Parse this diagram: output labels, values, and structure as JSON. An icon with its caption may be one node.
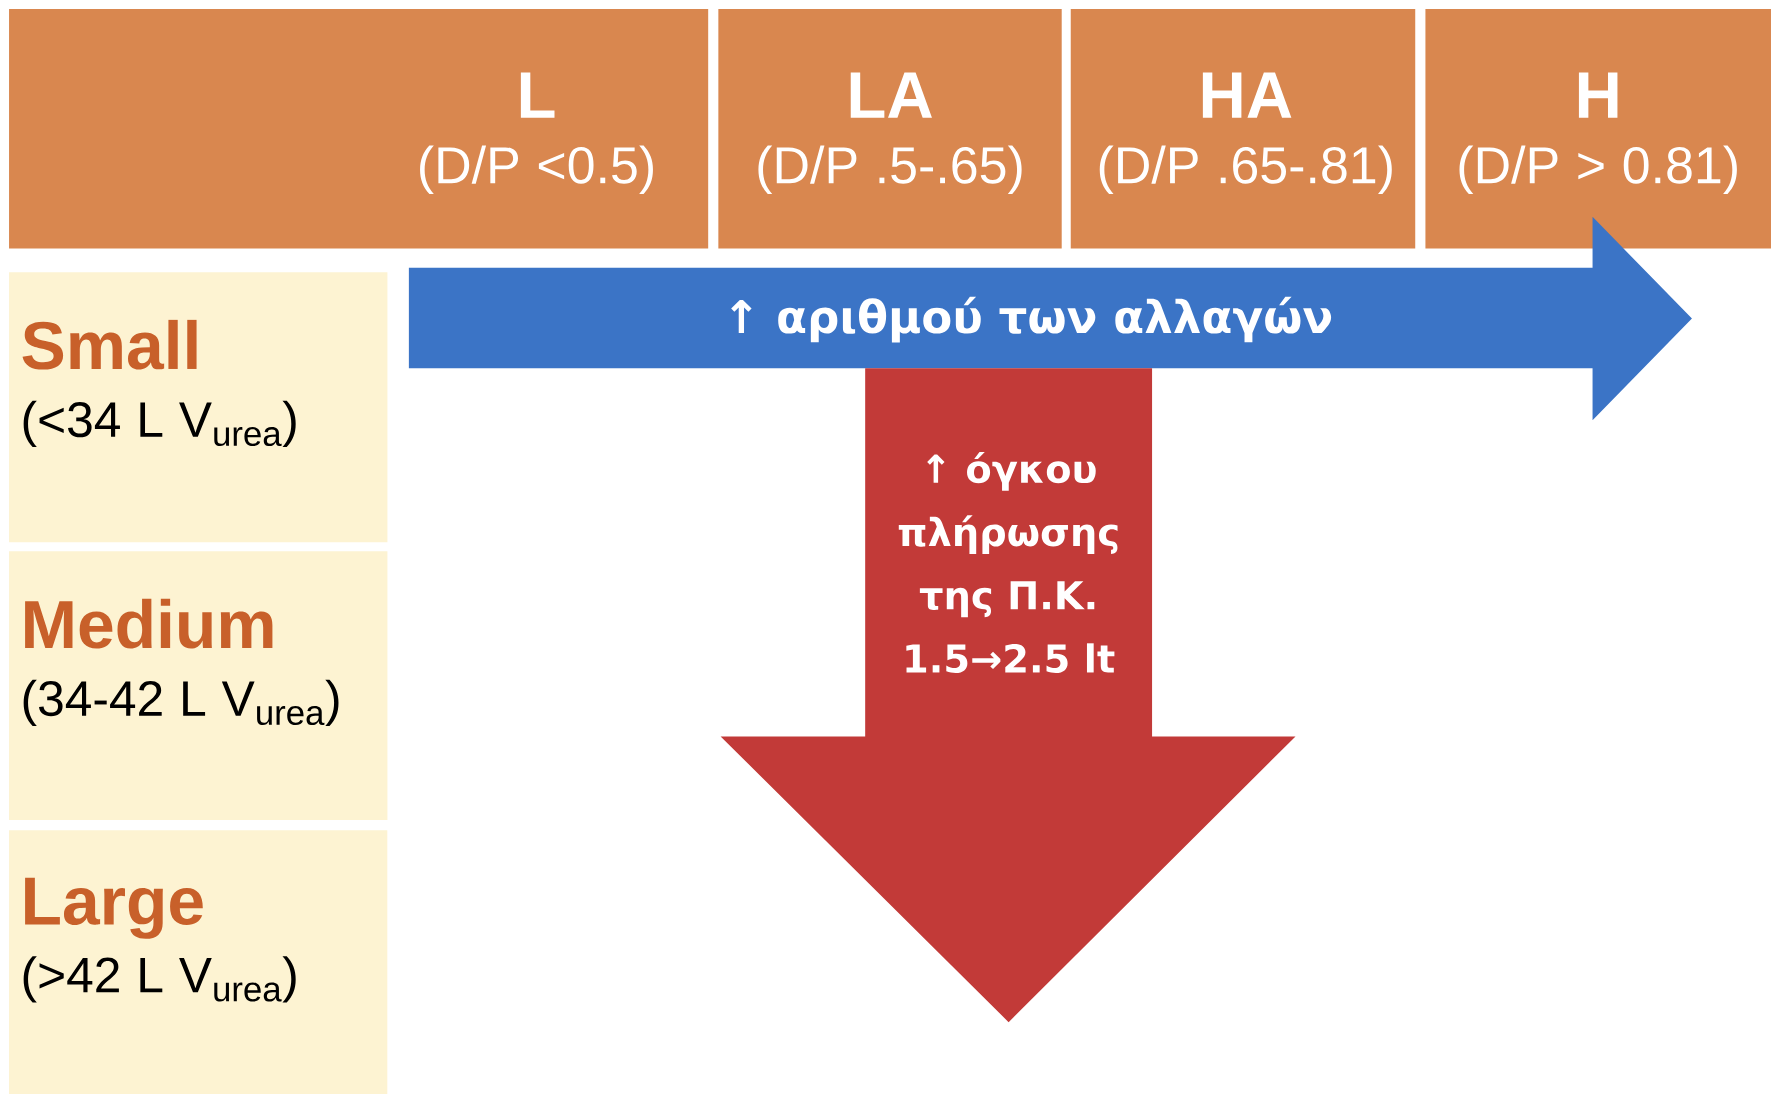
{
  "diagram": {
    "nodes": [
      {
        "text": [
          "L",
          "(D/P <0.5)"
        ]
      },
      {
        "text": [
          "LA",
          "(D/P .5-.65)"
        ]
      },
      {
        "text": [
          "HA",
          "(D/P .65-.81)"
        ]
      },
      {
        "text": [
          "H",
          "(D/P > 0.81)"
        ]
      },
      {
        "text": [
          "Small",
          "(<34 L V$_{urea}$)"
        ]
      },
      {
        "text": [
          "Medium",
          "(34-42 L V$_{urea}$)"
        ]
      },
      {
        "text": [
          "Large",
          "(>42 L V$_{urea}$)"
        ]
      },
      {
        "text": [
          "↑ αριθμού των αλλαγών"
        ]
      },
      {
        "text": [
          "↑ όγκου πλήρωσης της Π.Κ. 1.5→2.5 lt"
        ]
      }
    ]
  }
}
